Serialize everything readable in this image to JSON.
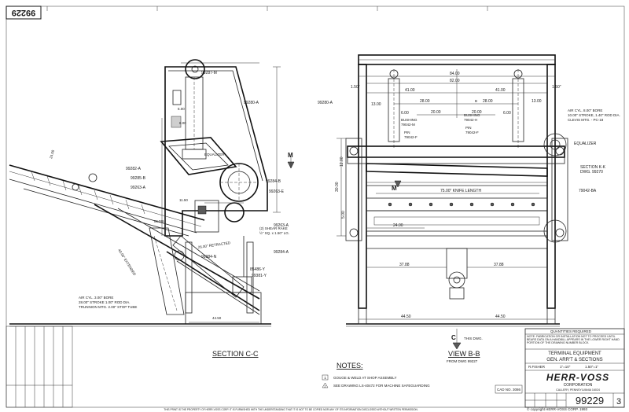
{
  "sheet_number_stamp": "99229",
  "section_c": {
    "title": "SECTION C-C",
    "labels": {
      "part_99287_m": "99287-M",
      "part_99280_a": "99280-A",
      "part_99282_a": "99282-A",
      "part_99285_b": "99285-B",
      "part_99263_a": "99263-A",
      "part_99284_b": "99284-B",
      "part_99263_e": "99263-E",
      "part_99284_a": "99284-A",
      "part_99283_a": "99283-A",
      "part_99384_n": "99384-N",
      "part_85486_y": "85486-Y",
      "part_99381_y": "99381-Y",
      "part_85486_sm": "85486",
      "shear_rake": "(2) SHEAR RAKE",
      "rake_size": "½\" SQ. x 1.50\" LG.",
      "equalizer": "EQUALIZER",
      "retracted": "26.00\" RETRACTED",
      "extended": "40.00\" EXTENDED",
      "cyl_note_1": "AIR CYL. 3.00\" BORE",
      "cyl_note_2": "28.00\" STROKE 1.00\" ROD DIA.",
      "cyl_note_3": "TRUNNION MTG. 2.00\" STOP TUBE",
      "dim_24": "24.00",
      "dim_8": "8.00",
      "dim_11": "11.50",
      "dim_6": "6.00",
      "dim_44": "44.50"
    }
  },
  "view_b": {
    "title": "VIEW B-B",
    "subtitle": "FROM DWG 99227",
    "labels": {
      "part_99280_a": "99280-A",
      "bushing_l": "BUSHING",
      "bushing_l_no": "79042-M",
      "pin_l": "PIN",
      "pin_l_no": "79042-F",
      "bushing_r": "BUSHING",
      "bushing_r_no": "79042-H",
      "pin_r": "PIN",
      "pin_r_no": "79042-F",
      "air_cyl_1": "AIR CYL. 8.00\" BORE",
      "air_cyl_2": "10.00\" STROKE, 1.40\" ROD DIA.",
      "air_cyl_3": "CLEVIS MTG. - PC-18",
      "equalizer": "EQUALIZER",
      "section_k": "SECTION K-K",
      "section_k_dwg": "DWG. 99270",
      "part_79042_ba": "79042-BA",
      "knife_length": "75.00\" KNIFE LENGTH",
      "dim_84": "84.00",
      "dim_82": "82.00",
      "dim_41a": "41.00",
      "dim_41b": "41.00",
      "dim_28a": "28.00",
      "dim_28b": "28.00",
      "dim_20a": "20.00",
      "dim_20b": "20.00",
      "dim_13a": "13.00",
      "dim_13b": "13.00",
      "dim_6a": "6.00",
      "dim_6b": "6.00",
      "dim_24": "24.00",
      "dim_37a": "37.88",
      "dim_37b": "37.88",
      "dim_44a": "44.50",
      "dim_44b": "44.50",
      "dim_150a": "1.50\"",
      "dim_150b": "1.50\"",
      "dim_30": "30.00",
      "dim_12": "12.00",
      "dim_5": "5.00",
      "marker_m": "M",
      "marker_c": "C",
      "this_dwg": "THIS DWG.",
      "marker_b": "B"
    }
  },
  "notes": {
    "title": "NOTES:",
    "items": [
      {
        "num": "1",
        "text": "GOUGE & WELD AT SHOP ASSEMBLY"
      },
      {
        "num": "2",
        "text": "SEE DRAWING LS-40472 FOR MACHINE SAFEGUARDING"
      }
    ]
  },
  "title_block": {
    "quantities_required": "QUANTITIES REQUIRED",
    "note": "NOTE: FABRICATION OR INSTALLATION NOT TO PROCEED UNTIL BEARS DATA ON A HANDBILL APPEARS IN THE LOWER RIGHT HAND PORTION OF THE DRAWING NUMBER BLOCK.",
    "title_1": "TERMINAL EQUIPMENT",
    "title_2": "GEN. ARR'T & SECTIONS",
    "drawn_by": "R.FISHER",
    "scale": "1\"=10\"",
    "size": "1.50\"=1\"",
    "company": "HERR-VOSS",
    "company_sub": "CORPORATION",
    "company_loc": "CALLERY, PENNSYLVANIA 16024",
    "drawing_number": "99229",
    "revision": "3",
    "cad_no": "CAD NO. 3086",
    "copyright": "© copyright  HERR-VOSS CORP. 1993"
  },
  "footer": {
    "disclaimer": "THIS PRINT IS THE PROPERTY OF HERR-VOSS CORP. IT IS FURNISHED WITH THE UNDERSTANDING THAT IT IS NOT TO BE COPIED NOR ANY OF ITS INFORMATION DISCLOSED WITHOUT WRITTEN PERMISSION."
  }
}
